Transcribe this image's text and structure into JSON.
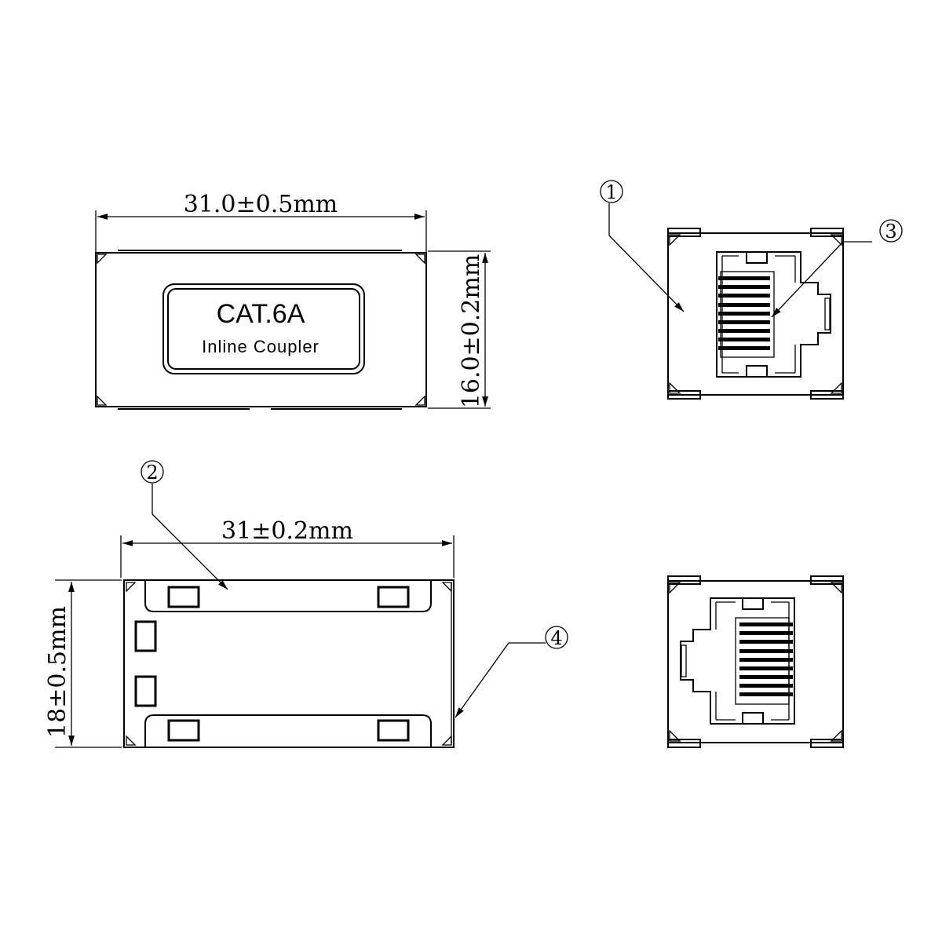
{
  "drawing": {
    "title": "CAT.6A Inline Coupler technical drawing",
    "colors": {
      "line": "#000000",
      "background": "#ffffff"
    }
  },
  "top_view": {
    "label_main": "CAT.6A",
    "label_sub": "Inline Coupler",
    "dim_width": "31.0±0.5mm",
    "dim_height": "16.0±0.2mm"
  },
  "bottom_view": {
    "dim_width": "31±0.2mm",
    "dim_height": "18±0.5mm"
  },
  "front_view": {
    "description": "RJ45 port end view, latch to the right"
  },
  "rear_view": {
    "description": "RJ45 port end view, latch to the left"
  },
  "callouts": [
    {
      "id": "1",
      "symbol": "①"
    },
    {
      "id": "2",
      "symbol": "②"
    },
    {
      "id": "3",
      "symbol": "③"
    },
    {
      "id": "4",
      "symbol": "④"
    }
  ]
}
